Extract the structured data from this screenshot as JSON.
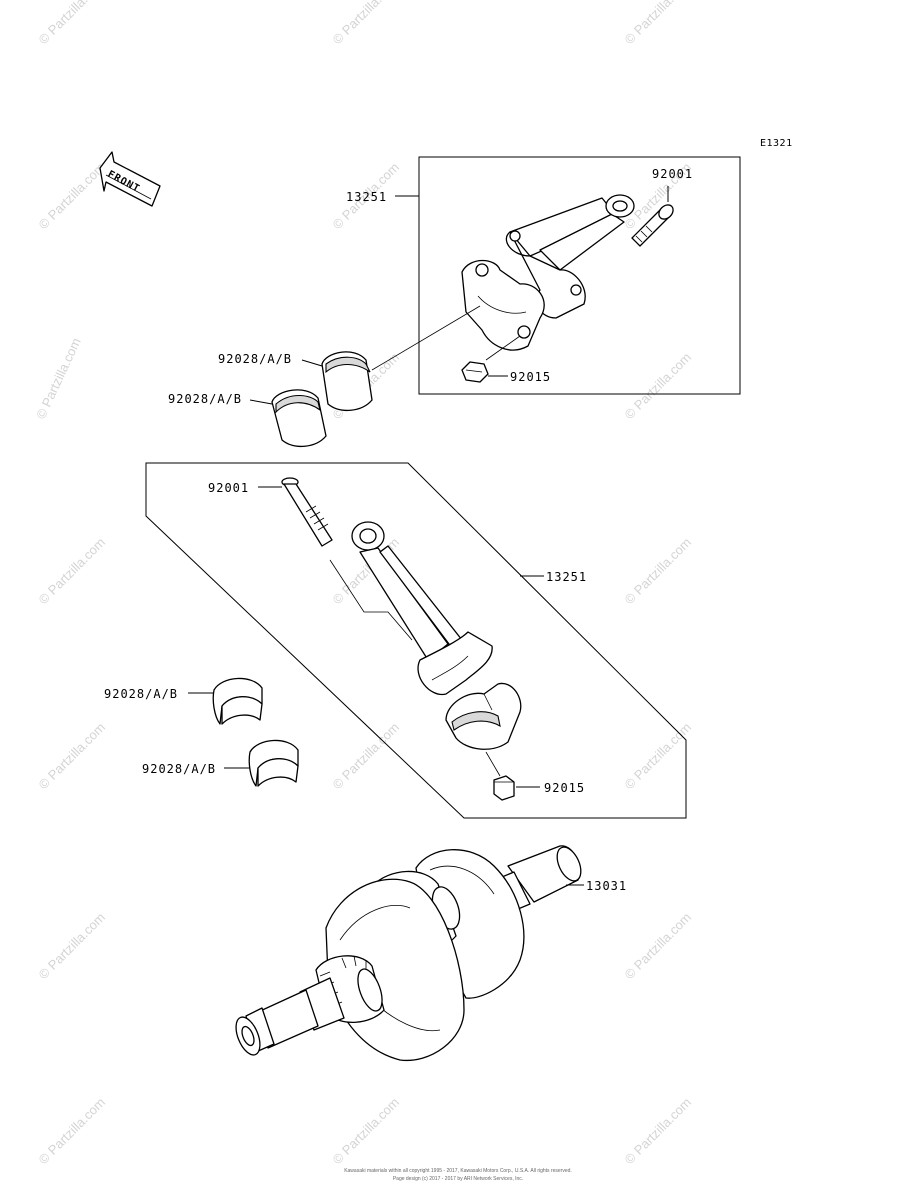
{
  "diagram": {
    "ref_code": "E1321",
    "front_label": "FRONT",
    "labels": {
      "rod_assy_top": "13251",
      "rod_assy_bottom": "13251",
      "bolt_top": "92001",
      "bolt_bottom": "92001",
      "nut_top": "92015",
      "nut_bottom": "92015",
      "bearing_1": "92028/A/B",
      "bearing_2": "92028/A/B",
      "bearing_3": "92028/A/B",
      "bearing_4": "92028/A/B",
      "crankshaft": "13031"
    },
    "watermark": "© Partzilla.com",
    "footer_line1": "Kawasaki materials within all copyright 1995 - 2017, Kawasaki Motors Corp., U.S.A. All rights reserved.",
    "footer_line2": "Page design (c) 2017 - 2017 by ARI Network Services, Inc."
  },
  "colors": {
    "line": "#000000",
    "background": "#ffffff",
    "watermark": "#d4d4d4"
  }
}
